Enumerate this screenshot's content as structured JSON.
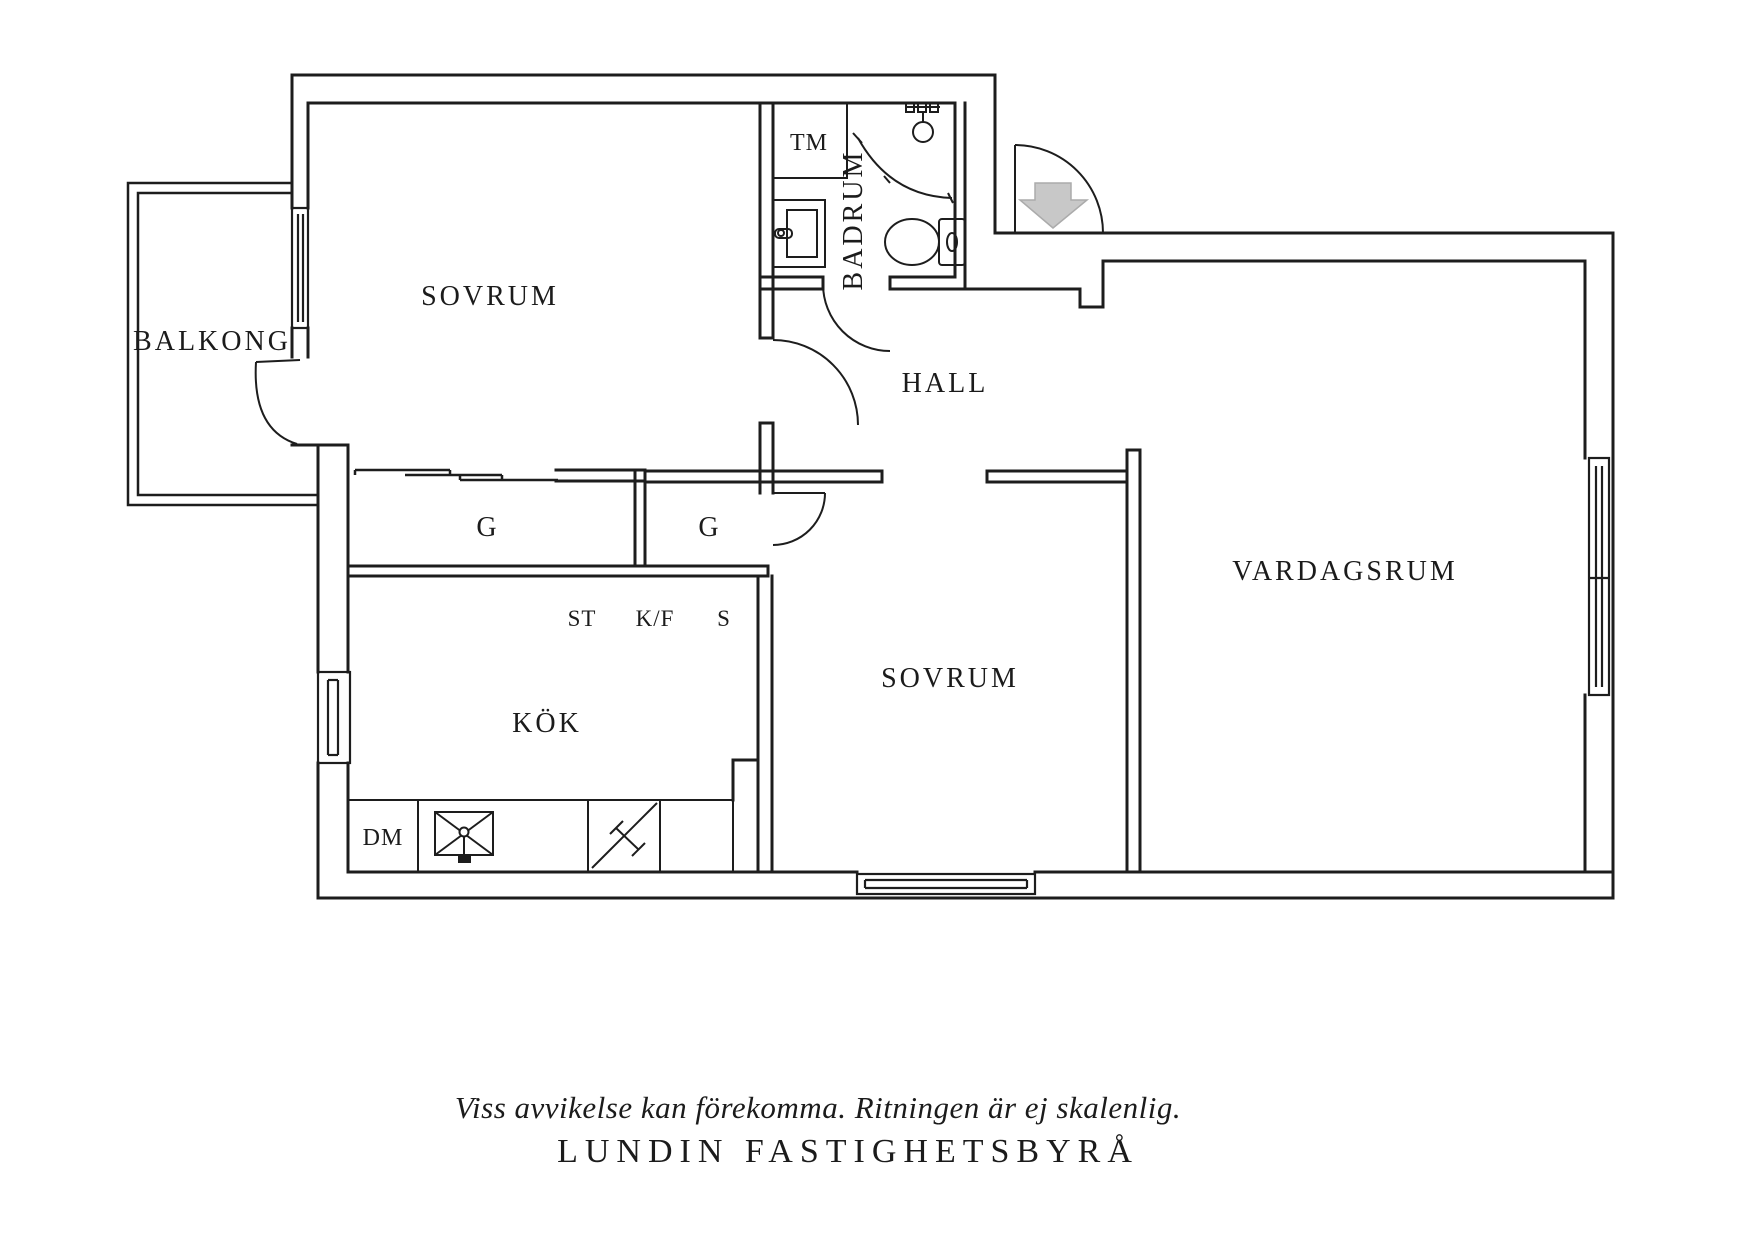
{
  "plan": {
    "rooms": {
      "bedroom1": "SOVRUM",
      "bedroom2": "SOVRUM",
      "living_room": "VARDAGSRUM",
      "kitchen": "KÖK",
      "hall": "HALL",
      "bathroom": "BADRUM",
      "balcony": "BALKONG"
    },
    "closets": {
      "g1": "G",
      "g2": "G"
    },
    "appliances": {
      "washing_machine": "TM",
      "pantry": "ST",
      "fridge_freezer": "K/F",
      "wardrobe_s": "S",
      "dishwasher": "DM"
    },
    "colors": {
      "line": "#1d1d1d",
      "arrow_fill": "#c8c8c8",
      "arrow_stroke": "#ababab"
    }
  },
  "footer": {
    "disclaimer": "Viss avvikelse kan förekomma. Ritningen är ej skalenlig.",
    "brand": "LUNDIN FASTIGHETSBYRÅ"
  }
}
